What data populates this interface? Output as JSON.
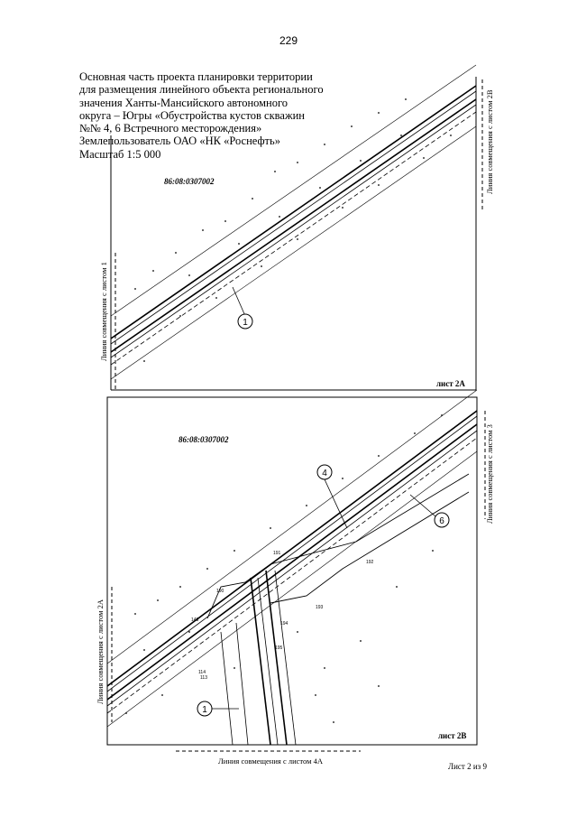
{
  "page_number": "229",
  "title_lines": [
    "Основная часть проекта планировки территории",
    "для размещения линейного объекта регионального",
    "значения Ханты-Мансийского автономного",
    "округа – Югры «Обустройства кустов скважин",
    "№№ 4, 6 Встречного месторождения»",
    "Землепользователь ОАО «НК «Роснефть»",
    "Масштаб 1:5 000"
  ],
  "upper_sheet": {
    "cadastral_number": "86:08:0307002",
    "sheet_label": "лист 2А",
    "left_match_line": "Линия совмещения с листом 1",
    "right_match_line": "Линия совмещения с листом 2В",
    "callouts": [
      "1"
    ]
  },
  "lower_sheet": {
    "cadastral_number": "86:08:0307002",
    "sheet_label": "лист 2В",
    "left_match_line": "Линия совмещения с листом 2А",
    "right_match_line": "Линия совмещения с листом 3",
    "bottom_match_line": "Линия совмещения с листом 4А",
    "callouts": [
      "4",
      "6",
      "1"
    ],
    "point_labels": [
      "192",
      "193",
      "191",
      "190",
      "194",
      "195",
      "148",
      "114",
      "113"
    ]
  },
  "sheet_counter": "Лист 2 из 9"
}
